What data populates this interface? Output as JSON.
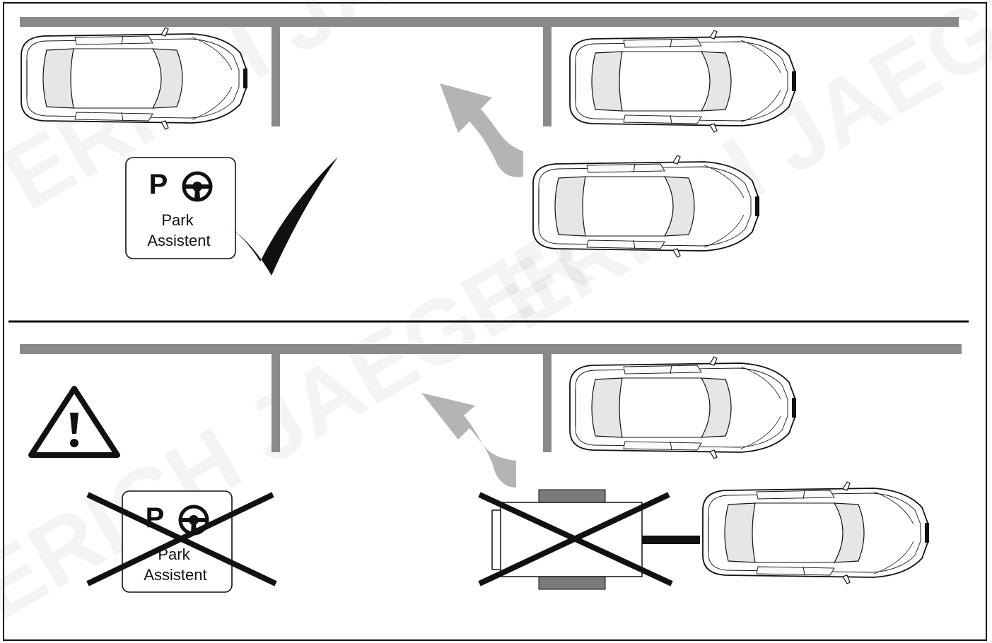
{
  "watermark": "ERICH JAEGER",
  "panels": [
    {
      "id": "allowed",
      "badge": {
        "letter": "P",
        "line1": "Park",
        "line2": "Assistent",
        "icon": "steering-wheel-icon"
      },
      "status_icon": "checkmark-icon"
    },
    {
      "id": "not-allowed",
      "badge": {
        "letter": "P",
        "line1": "Park",
        "line2": "Assistent",
        "icon": "steering-wheel-icon"
      },
      "status_icon": "cross-icon",
      "warning_icon": "warning-triangle-icon",
      "trailer_icon": "trailer-crossed-icon"
    }
  ],
  "colors": {
    "wall": "#8a8a8a",
    "line": "#111111",
    "arrow": "#b4b4b4",
    "glass": "#e6e6e6"
  }
}
